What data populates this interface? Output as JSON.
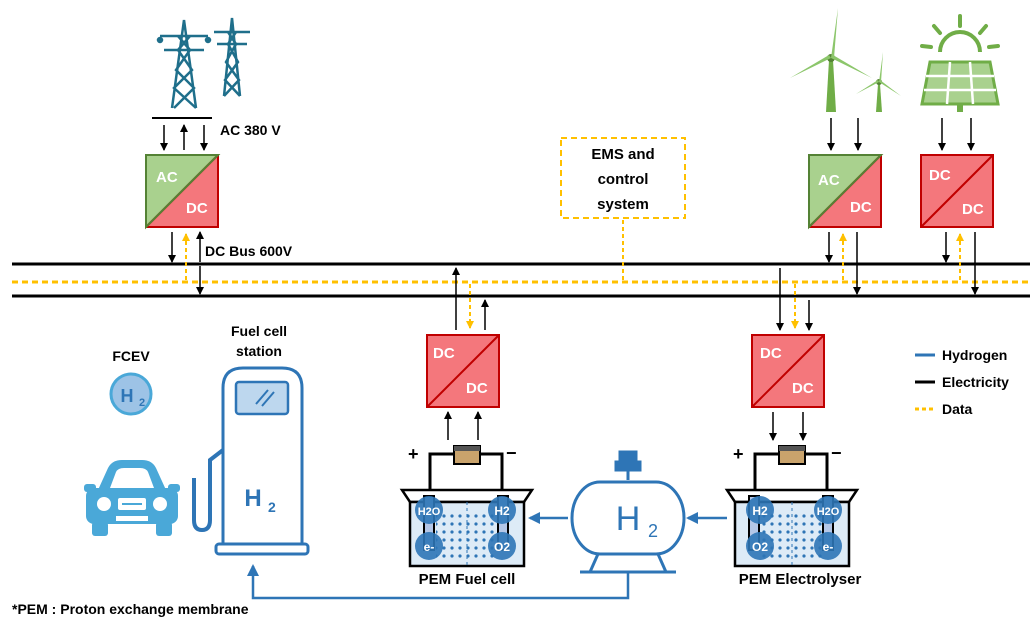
{
  "grid": {
    "label": "AC 380 V"
  },
  "bus": {
    "label": "DC Bus  600V"
  },
  "ems": {
    "line1": "EMS and",
    "line2": "control",
    "line3": "system"
  },
  "converters": {
    "grid_ac_dc": {
      "top": "AC",
      "bottom": "DC"
    },
    "wind_ac_dc": {
      "top": "AC",
      "bottom": "DC"
    },
    "solar_dc_dc": {
      "top": "DC",
      "bottom": "DC"
    },
    "fuelcell_dc_dc": {
      "top": "DC",
      "bottom": "DC"
    },
    "electrolyser_dc_dc": {
      "top": "DC",
      "bottom": "DC"
    }
  },
  "legend": {
    "hydrogen": "Hydrogen",
    "electricity": "Electricity",
    "data": "Data"
  },
  "fcev": {
    "label": "FCEV",
    "badge_main": "H",
    "badge_sub": "2"
  },
  "station": {
    "line1": "Fuel cell",
    "line2": "station",
    "tank_main": "H",
    "tank_sub": "2"
  },
  "fuel_cell": {
    "label": "PEM Fuel cell",
    "plus": "+",
    "minus": "−",
    "tl": "H2O",
    "tr": "H2",
    "bl": "e-",
    "br": "O2"
  },
  "electrolyser": {
    "label": "PEM Electrolyser",
    "plus": "+",
    "minus": "−",
    "tl": "H2",
    "tr": "H2O",
    "bl": "O2",
    "br": "e-"
  },
  "storage": {
    "main": "H",
    "sub": "2"
  },
  "footnote": "*PEM :  Proton exchange membrane",
  "colors": {
    "hydrogen": "#2e75b6",
    "electricity": "#000000",
    "data": "#ffc000",
    "converter_red": "#f4777c",
    "converter_green": "#a9d18e",
    "icon_blue": "#4aa8d8",
    "tower": "#1f6f8b",
    "renewable": "#70ad47"
  }
}
